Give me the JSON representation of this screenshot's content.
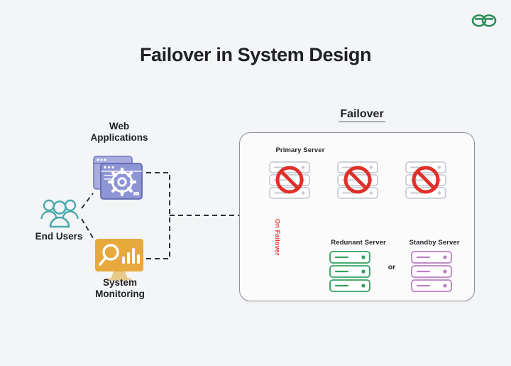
{
  "page": {
    "title": "Failover in System Design",
    "background_color": "#f3f5f7"
  },
  "brand": {
    "logo_name": "geeksforgeeks-logo",
    "color": "#2f8d5b"
  },
  "left_cluster": {
    "nodes": [
      {
        "id": "web-applications",
        "label_line1": "Web",
        "label_line2": "Applications",
        "icon": "browser-windows-gear-icon",
        "color": "#7b83c8"
      },
      {
        "id": "end-users",
        "label": "End Users",
        "icon": "users-group-icon",
        "color": "#4aa8ac"
      },
      {
        "id": "system-monitoring",
        "label_line1": "System",
        "label_line2": "Monitoring",
        "icon": "monitor-analytics-icon",
        "color": "#e8a93c"
      }
    ],
    "connector_style": "dashed"
  },
  "failover": {
    "heading": "Failover",
    "primary_label": "Primary Server",
    "redundant_label": "Redunant Server",
    "standby_label": "Standby Server",
    "or_label": "or",
    "on_failover_label": "On Failover",
    "failed_server_count": 3,
    "failed_icon": "server-rack-blocked-icon",
    "redundant_icon": "server-rack-icon",
    "standby_icon": "server-rack-icon",
    "colors": {
      "failed_ban": "#e0302a",
      "failed_rack": "#c7ccd2",
      "redundant": "#35a05f",
      "standby": "#bb7fc4",
      "arrow": "#e0302a",
      "box_border": "#8d9299"
    }
  }
}
